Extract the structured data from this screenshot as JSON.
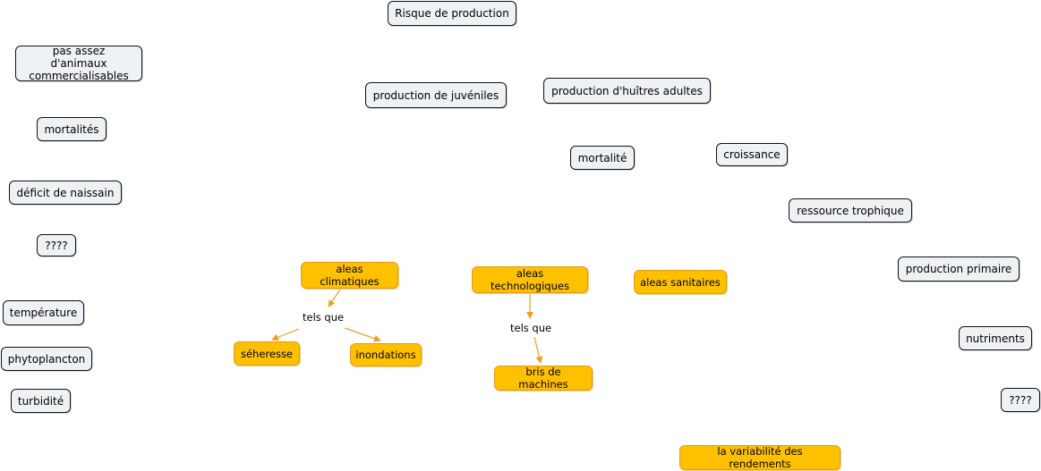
{
  "concepts": {
    "risque_production": "Risque de production",
    "pas_assez_animaux": "pas assez d'animaux commercialisables",
    "production_juveniles": "production de juvéniles",
    "production_huitres": "production d'huîtres adultes",
    "mortalites": "mortalités",
    "mortalite": "mortalité",
    "croissance": "croissance",
    "deficit_naissain": "déficit de naissain",
    "ressource_trophique": "ressource trophique",
    "inconnu_gauche": "????",
    "production_primaire": "production primaire",
    "temperature": "température",
    "phytoplancton": "phytoplancton",
    "turbidite": "turbidité",
    "nutriments": "nutriments",
    "inconnu_droite": "????",
    "aleas_climatiques": "aleas climatiques",
    "aleas_technologiques": "aleas technologiques",
    "aleas_sanitaires": "aleas sanitaires",
    "seheresse": "séheresse",
    "inondations": "inondations",
    "bris_machines": "bris de machines",
    "variabilite_rendements": "la variabilité des rendements"
  },
  "link_labels": {
    "tels_que_1": "tels que",
    "tels_que_2": "tels que"
  },
  "colors": {
    "concept_fill": "#eef2f4",
    "concept_border": "#111111",
    "highlight_fill": "#ffc000",
    "highlight_border": "#e39a18",
    "arrow": "#f0a020"
  }
}
